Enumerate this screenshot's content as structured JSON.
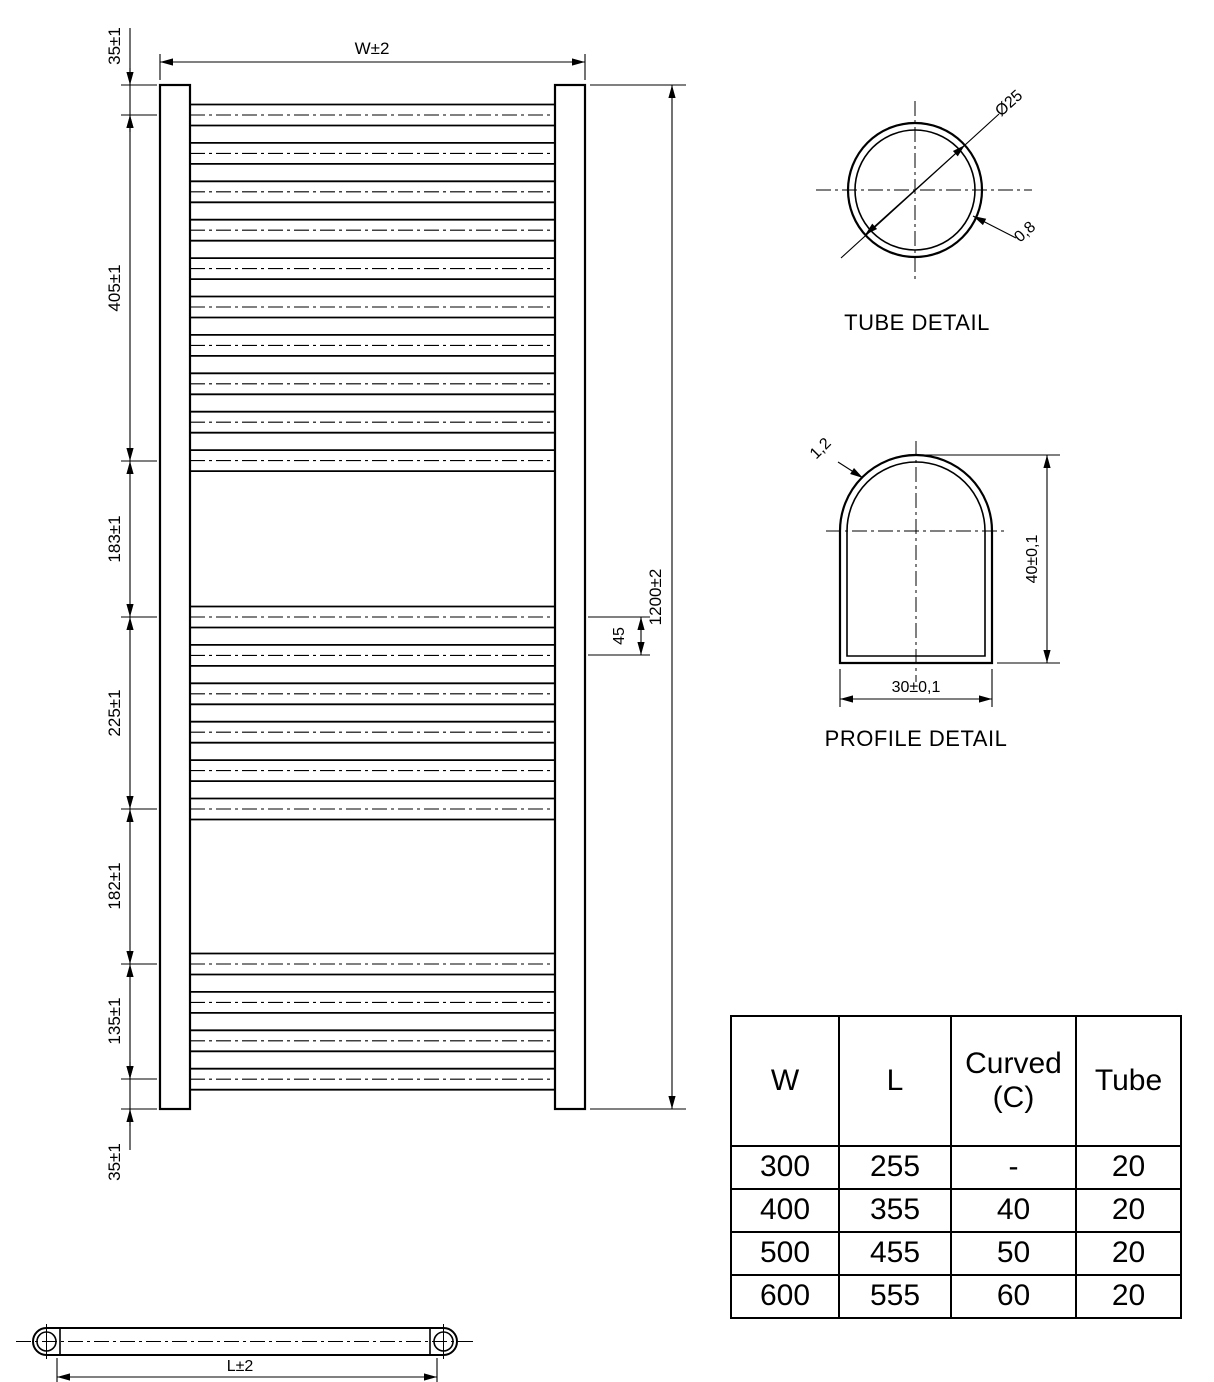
{
  "front_view": {
    "width_dim": "W±2",
    "total_height_dim": "1200±2",
    "top_offset_dim": "35±1",
    "section_405_dim": "405±1",
    "gap_183_dim": "183±1",
    "section_225_dim": "225±1",
    "gap_182_dim": "182±1",
    "section_135_dim": "135±1",
    "bottom_offset_dim": "35±1",
    "rung_pitch_dim": "45"
  },
  "tube_detail": {
    "title": "TUBE DETAIL",
    "diameter": "Ø25",
    "wall_thickness": "0,8"
  },
  "profile_detail": {
    "title": "PROFILE DETAIL",
    "wall_thickness": "1,2",
    "height": "40±0,1",
    "width": "30±0,1"
  },
  "top_view": {
    "length_dim": "L±2"
  },
  "spec_table": {
    "headers": [
      "W",
      "L",
      "Curved (C)",
      "Tube"
    ],
    "rows": [
      [
        "300",
        "255",
        "-",
        "20"
      ],
      [
        "400",
        "355",
        "40",
        "20"
      ],
      [
        "500",
        "455",
        "50",
        "20"
      ],
      [
        "600",
        "555",
        "60",
        "20"
      ]
    ]
  },
  "colors": {
    "line": "#000000",
    "background": "#ffffff"
  }
}
